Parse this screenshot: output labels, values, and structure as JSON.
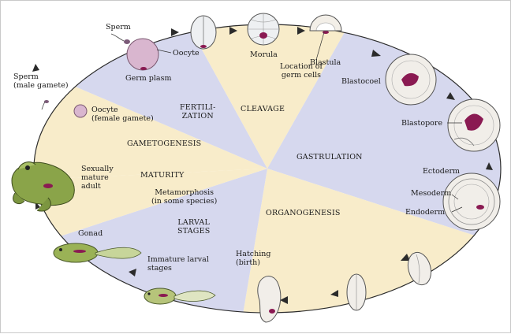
{
  "colors": {
    "sector_blue": "#d6d8ee",
    "sector_cream": "#f8ecca",
    "cycle_line": "#2b2b2b",
    "germ_plasm": "#8a1a52",
    "oocyte_fill": "#d9b6cf",
    "frog_green": "#8aa449",
    "embryo_fill": "#f1eee9"
  },
  "stages": {
    "fertilization": [
      "FERTILI-",
      "ZATION"
    ],
    "cleavage": "CLEAVAGE",
    "gametogenesis": "GAMETOGENESIS",
    "gastrulation": "GASTRULATION",
    "maturity": "MATURITY",
    "organogenesis": "ORGANOGENESIS",
    "larval_stages": [
      "LARVAL",
      "STAGES"
    ]
  },
  "labels": {
    "sperm_top": "Sperm",
    "oocyte_top": "Oocyte",
    "germ_plasm": "Germ plasm",
    "sperm_male": [
      "Sperm",
      "(male gamete)"
    ],
    "oocyte_female": [
      "Oocyte",
      "(female gamete)"
    ],
    "morula": "Morula",
    "blastula": "Blastula",
    "location_germ": [
      "Location of",
      "germ cells"
    ],
    "blastocoel": "Blastocoel",
    "blastopore": "Blastopore",
    "ectoderm": "Ectoderm",
    "mesoderm": "Mesoderm",
    "endoderm": "Endoderm",
    "sexually_mature": [
      "Sexually",
      "mature",
      "adult"
    ],
    "metamorphosis": [
      "Metamorphosis",
      "(in some species)"
    ],
    "gonad": "Gonad",
    "immature_larval": [
      "Immature larval",
      "stages"
    ],
    "hatching": [
      "Hatching",
      "(birth)"
    ]
  }
}
